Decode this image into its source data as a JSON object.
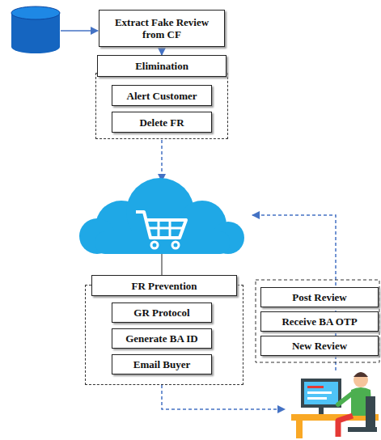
{
  "diagram": {
    "nodes": [
      {
        "text": [
          "Extract Fake Review from CF"
        ]
      },
      {
        "text": [
          "Elimination"
        ]
      },
      {
        "text": [
          "Alert Customer"
        ],
        "in": 1
      },
      {
        "text": [
          "Delete FR"
        ],
        "in": 1
      },
      {
        "text": [
          "FR Prevention"
        ]
      },
      {
        "text": [
          "GR Protocol"
        ],
        "in": 4
      },
      {
        "text": [
          "Generate BA ID"
        ],
        "in": 4
      },
      {
        "text": [
          "Email Buyer"
        ],
        "in": 4
      },
      {
        "text": [
          "Post Review"
        ]
      },
      {
        "text": [
          "Receive BA OTP"
        ]
      },
      {
        "text": [
          "New Review"
        ]
      }
    ],
    "edges": [
      {
        "from": 0,
        "to": 1,
        "arrow": "to"
      }
    ]
  }
}
